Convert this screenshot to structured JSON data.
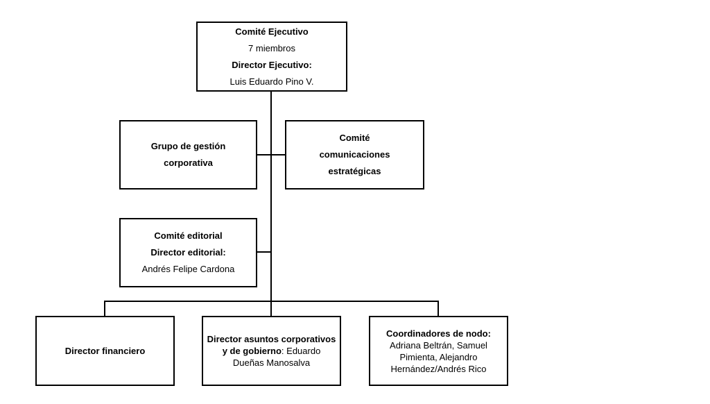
{
  "org_chart": {
    "executive": {
      "title": "Comité Ejecutivo",
      "members": "7 miembros",
      "director_label": "Director Ejecutivo:",
      "director_name": "Luis Eduardo Pino V."
    },
    "management_group": {
      "line1": "Grupo de gestión",
      "line2": "corporativa"
    },
    "communications": {
      "line1": "Comité",
      "line2": "comunicaciones",
      "line3": "estratégicas"
    },
    "editorial": {
      "title": "Comité editorial",
      "director_label": "Director editorial:",
      "director_name": "Andrés Felipe Cardona"
    },
    "financial": {
      "title": "Director financiero"
    },
    "corporate_affairs": {
      "label_line1": "Director asuntos corporativos",
      "label_line2": "y de gobierno",
      "name_part1": ": Eduardo",
      "name_part2": "Dueñas Manosalva"
    },
    "node_coordinators": {
      "title": "Coordinadores de nodo:",
      "line1": "Adriana Beltrán, Samuel",
      "line2": "Pimienta, Alejandro",
      "line3": "Hernández/Andrés Rico"
    }
  }
}
